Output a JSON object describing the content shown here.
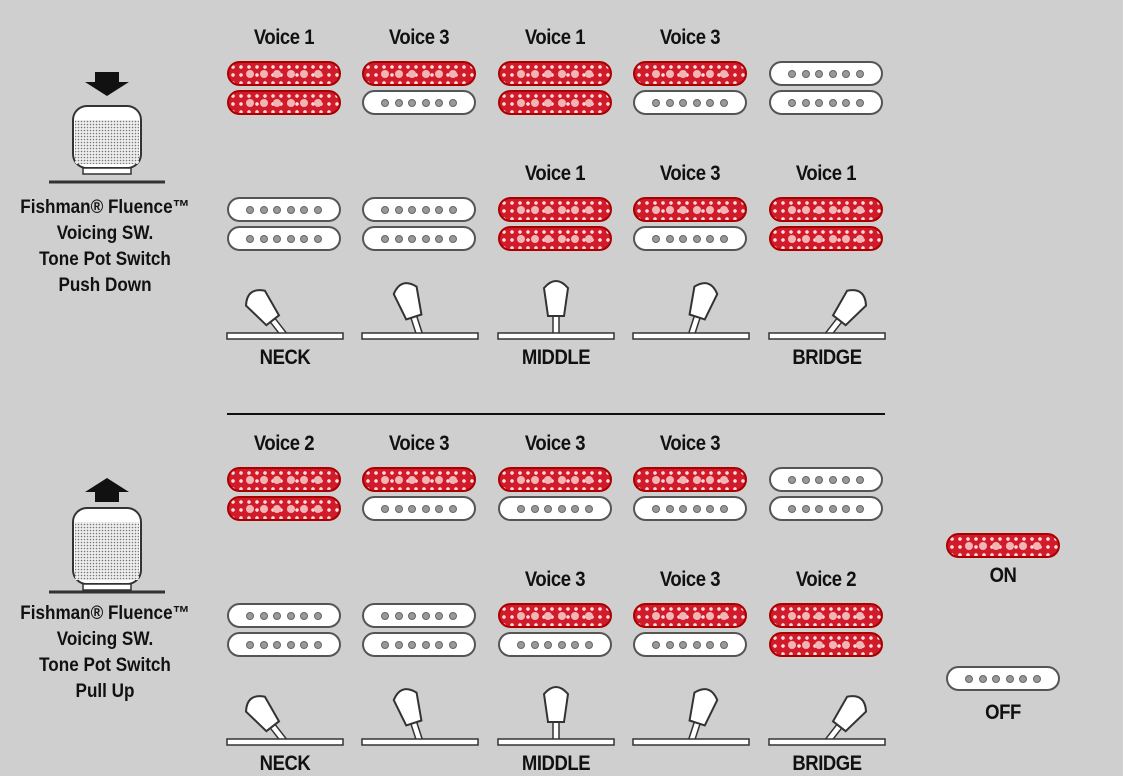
{
  "panels": [
    {
      "side_label": [
        "Fishman® Fluence™",
        "Voicing SW.",
        "Tone Pot Switch",
        "Push Down"
      ],
      "row1_labels": [
        "Voice 1",
        "Voice 3",
        "Voice 1",
        "Voice 3",
        ""
      ],
      "row1_states": [
        [
          "on",
          "on"
        ],
        [
          "on",
          "off"
        ],
        [
          "on",
          "on"
        ],
        [
          "on",
          "off"
        ],
        [
          "off",
          "off"
        ]
      ],
      "row2_labels": [
        "",
        "",
        "Voice 1",
        "Voice 3",
        "Voice 1"
      ],
      "row2_states": [
        [
          "off",
          "off"
        ],
        [
          "off",
          "off"
        ],
        [
          "on",
          "on"
        ],
        [
          "on",
          "off"
        ],
        [
          "on",
          "on"
        ]
      ],
      "positions": [
        "NECK",
        "",
        "MIDDLE",
        "",
        "BRIDGE"
      ]
    },
    {
      "side_label": [
        "Fishman® Fluence™",
        "Voicing SW.",
        "Tone Pot Switch",
        "Pull Up"
      ],
      "row1_labels": [
        "Voice 2",
        "Voice 3",
        "Voice 3",
        "Voice 3",
        ""
      ],
      "row1_states": [
        [
          "on",
          "on"
        ],
        [
          "on",
          "off"
        ],
        [
          "on",
          "off"
        ],
        [
          "on",
          "off"
        ],
        [
          "off",
          "off"
        ]
      ],
      "row2_labels": [
        "",
        "",
        "Voice 3",
        "Voice 3",
        "Voice 2"
      ],
      "row2_states": [
        [
          "off",
          "off"
        ],
        [
          "off",
          "off"
        ],
        [
          "on",
          "off"
        ],
        [
          "on",
          "off"
        ],
        [
          "on",
          "on"
        ]
      ],
      "positions": [
        "NECK",
        "",
        "MIDDLE",
        "",
        "BRIDGE"
      ]
    }
  ],
  "legend": {
    "on_label": "ON",
    "off_label": "OFF"
  },
  "colors": {
    "on": "#d11a2a",
    "off": "#ffffff",
    "background": "#cfcfcf"
  }
}
